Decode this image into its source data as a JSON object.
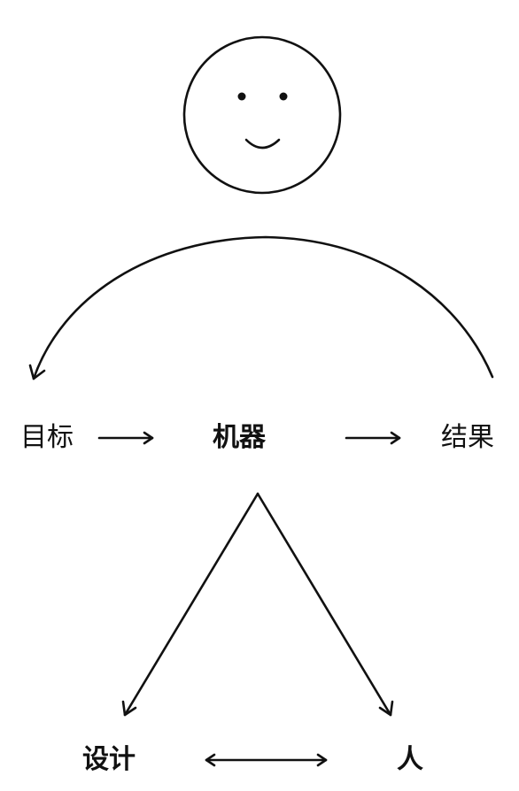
{
  "nodes": {
    "goal": "目标",
    "machine": "机器",
    "result": "结果",
    "design": "设计",
    "human": "人"
  },
  "colors": {
    "stroke": "#111111",
    "background": "#ffffff"
  },
  "icons": {
    "face": "smiley-face-icon"
  }
}
